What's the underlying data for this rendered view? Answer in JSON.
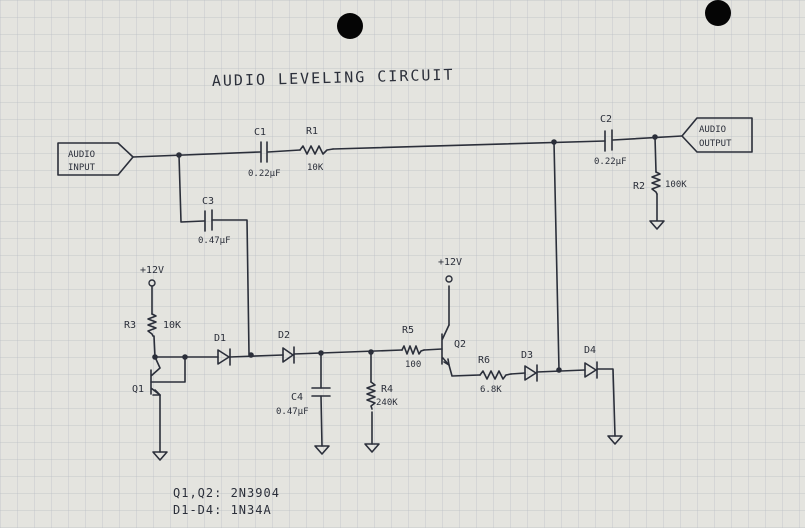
{
  "title": "AUDIO LEVELING CIRCUIT",
  "ports": {
    "input": [
      "AUDIO",
      "INPUT"
    ],
    "output": [
      "AUDIO",
      "OUTPUT"
    ]
  },
  "components": {
    "c1": {
      "ref": "C1",
      "value": "0.22μF"
    },
    "r1": {
      "ref": "R1",
      "value": "10K"
    },
    "c2": {
      "ref": "C2",
      "value": "0.22μF"
    },
    "r2": {
      "ref": "R2",
      "value": "100K"
    },
    "c3": {
      "ref": "C3",
      "value": "0.47μF"
    },
    "r3": {
      "ref": "R3",
      "value": "10K"
    },
    "q1": {
      "ref": "Q1"
    },
    "d1": {
      "ref": "D1"
    },
    "d2": {
      "ref": "D2"
    },
    "c4": {
      "ref": "C4",
      "value": "0.47μF"
    },
    "r4": {
      "ref": "R4",
      "value": "240K"
    },
    "r5": {
      "ref": "R5",
      "value": "100"
    },
    "q2": {
      "ref": "Q2"
    },
    "r6": {
      "ref": "R6",
      "value": "6.8K"
    },
    "d3": {
      "ref": "D3"
    },
    "d4": {
      "ref": "D4"
    }
  },
  "supplies": {
    "left": "+12V",
    "right": "+12V"
  },
  "notes": [
    "Q1,Q2: 2N3904",
    "D1-D4: 1N34A"
  ]
}
